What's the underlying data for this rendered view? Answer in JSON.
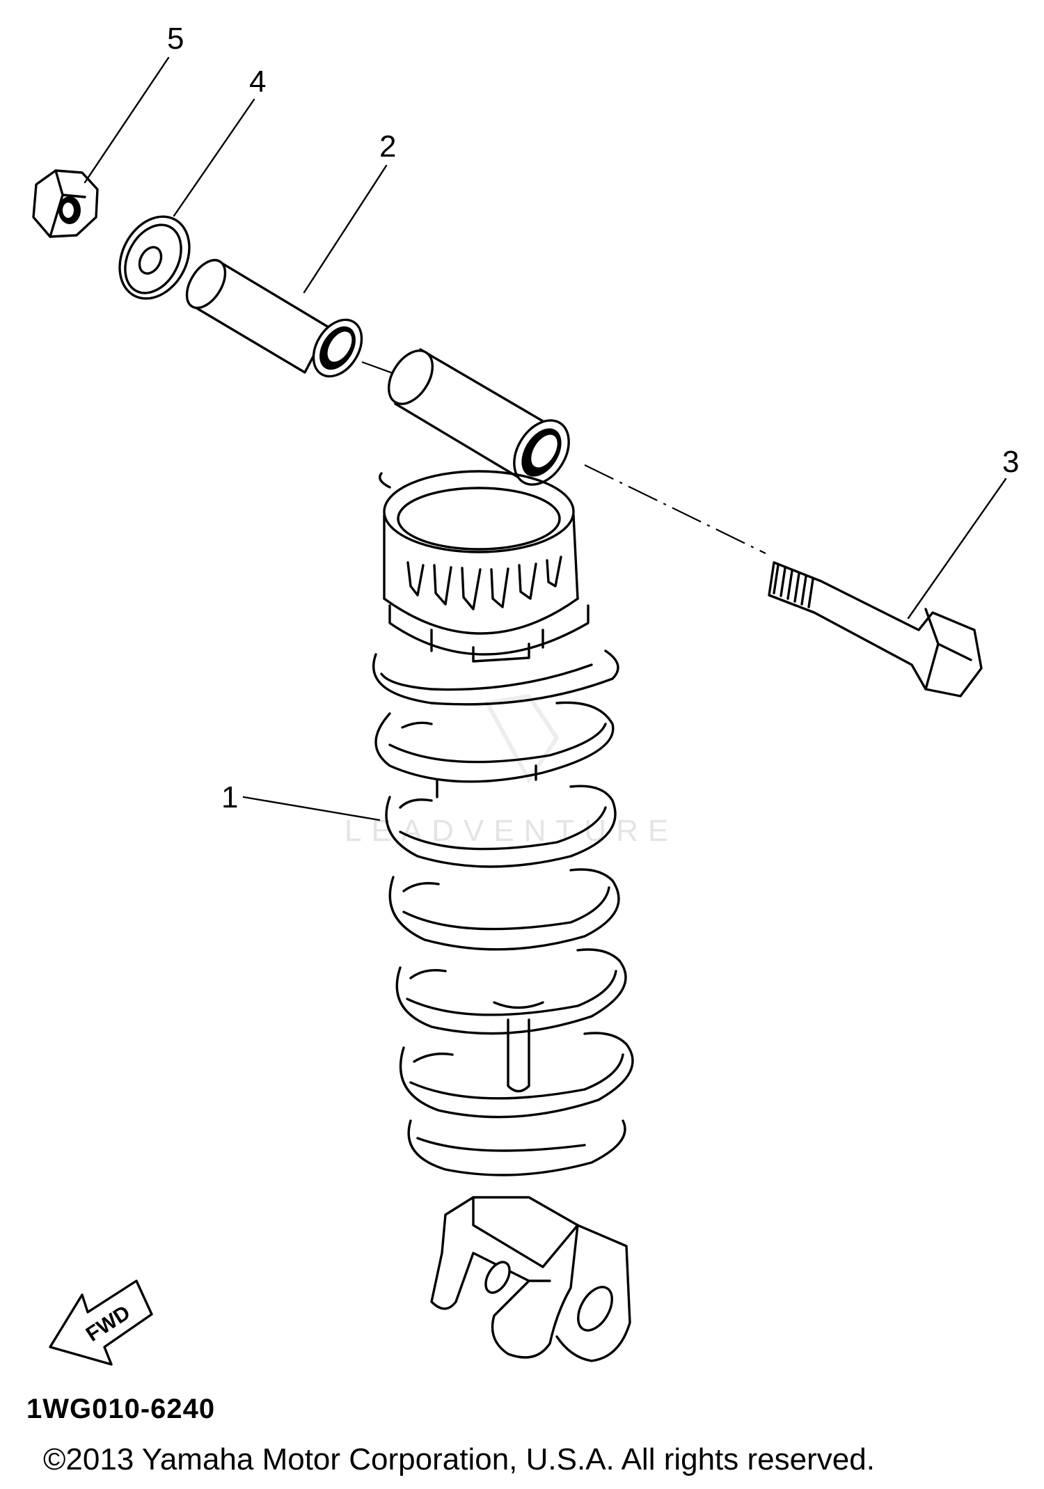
{
  "diagram": {
    "callouts": [
      {
        "id": "1",
        "label": "1"
      },
      {
        "id": "2",
        "label": "2"
      },
      {
        "id": "3",
        "label": "3"
      },
      {
        "id": "4",
        "label": "4"
      },
      {
        "id": "5",
        "label": "5"
      }
    ],
    "direction_marker": "FWD",
    "watermark": "LEADVENTURE",
    "diagram_code": "1WG010-6240",
    "copyright": "©2013 Yamaha Motor Corporation, U.S.A. All rights reserved."
  }
}
